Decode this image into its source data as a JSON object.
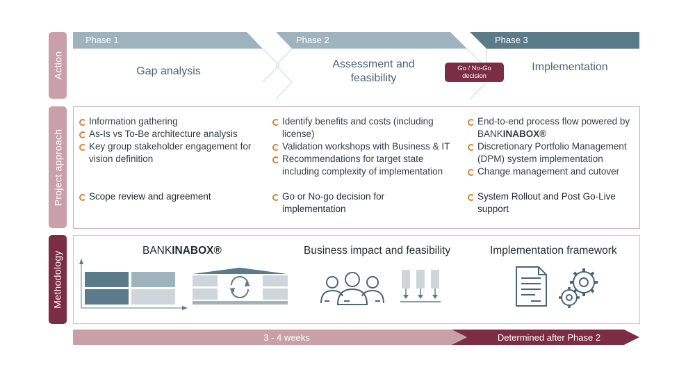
{
  "phases": [
    {
      "label": "Phase 1",
      "action": "Gap analysis"
    },
    {
      "label": "Phase 2",
      "action_line1": "Assessment and",
      "action_line2": "feasibility"
    },
    {
      "label": "Phase 3",
      "action": "Implementation"
    }
  ],
  "go_no_go": {
    "line1": "Go / No-Go",
    "line2": "decision"
  },
  "row_labels": {
    "action": "Action",
    "approach": "Project approach",
    "methodology": "Methodology"
  },
  "approach": {
    "col1": {
      "items": [
        "Information gathering",
        "As-Is vs To-Be architecture analysis",
        "Key group stakeholder engagement for vision definition"
      ],
      "outcome": "Scope review and agreement"
    },
    "col2": {
      "items": [
        "Identify benefits and costs (including license)",
        "Validation workshops with Business & IT",
        "Recommendations for target state including complexity of implementation"
      ],
      "outcome": "Go or No-go decision for implementation"
    },
    "col3": {
      "item1_prefix": "End-to-end process flow powered by BANK",
      "item1_brand": "INABOX®",
      "items_rest": [
        "Discretionary Portfolio Management (DPM) system implementation",
        "Change management and cutover"
      ],
      "outcome": "System Rollout and Post Go-Live support"
    }
  },
  "methodology": {
    "col1_prefix": "BANK",
    "col1_brand": "INABOX®",
    "col2_title": "Business impact and feasibility",
    "col3_title": "Implementation framework"
  },
  "timeline": {
    "phase_a": "3 - 4 weeks",
    "phase_b": "Determined after Phase 2"
  },
  "colors": {
    "tab_pink": "#c9a0a8",
    "phase_grey": "#9fb3bf",
    "phase3_teal": "#5b7a8a",
    "go_maroon": "#7b2d43",
    "timeline_pink": "#c9a0a8",
    "timeline_maroon": "#7b2d43",
    "bullet_orange": "#d6822e"
  }
}
